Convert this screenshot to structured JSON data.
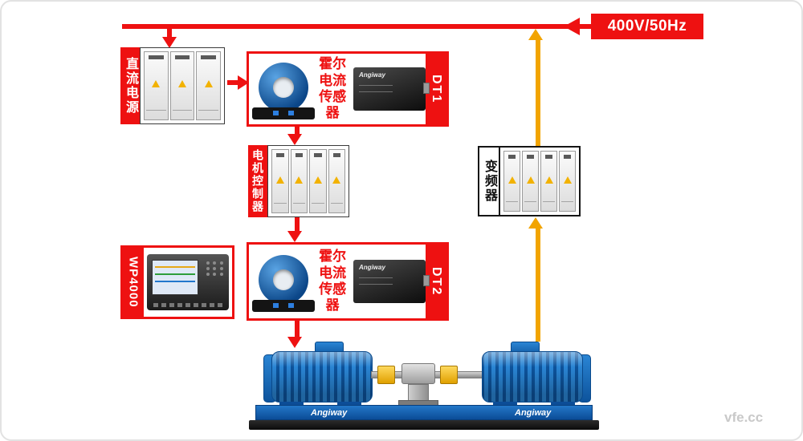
{
  "bus": {
    "label": "400V/50Hz"
  },
  "blocks": {
    "dc_power": {
      "label": "直流电源"
    },
    "dt1": {
      "sensor_label": "霍尔电流传感器",
      "tag": "DT1",
      "device_brand": "Angiway"
    },
    "controller": {
      "label": "电机控制器"
    },
    "dt2": {
      "sensor_label": "霍尔电流传感器",
      "tag": "DT2",
      "device_brand": "Angiway"
    },
    "wp4000": {
      "label": "WP4000"
    },
    "inverter": {
      "label": "变频器"
    }
  },
  "test_bench": {
    "brand_left": "Angiway",
    "brand_right": "Angiway"
  },
  "watermark": "vfe.cc",
  "colors": {
    "accent_red": "#ee1111",
    "accent_orange": "#f2a400",
    "motor_blue": "#1668b8"
  }
}
